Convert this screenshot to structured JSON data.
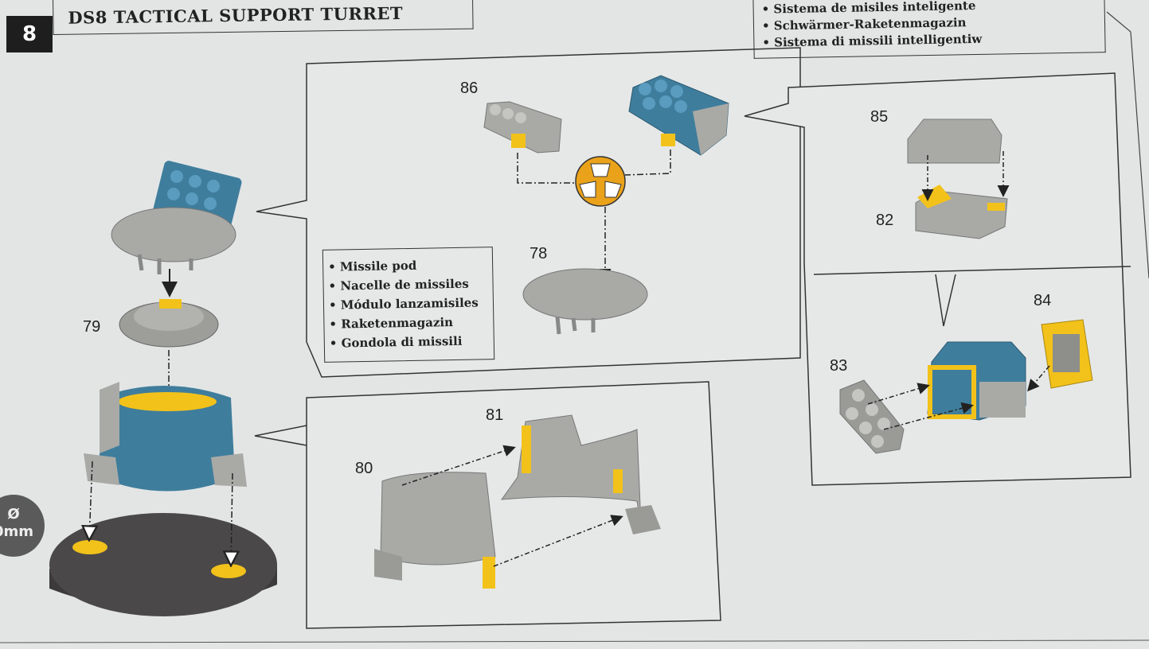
{
  "step": {
    "number": "8",
    "title": "DS8 TACTICAL SUPPORT TURRET"
  },
  "smart_missile_names": [
    "Sistema de misiles inteligente",
    "Schwärmer-Raketenmagazin",
    "Sistema di missili intelligentiw"
  ],
  "missile_pod_names": [
    "Missile pod",
    "Nacelle de missiles",
    "Módulo lanzamisiles",
    "Raketenmagazin",
    "Gondola di missili"
  ],
  "part_numbers": {
    "p78": "78",
    "p79": "79",
    "p80": "80",
    "p81": "81",
    "p82": "82",
    "p83": "83",
    "p84": "84",
    "p85": "85",
    "p86": "86"
  },
  "base_badge": {
    "symbol": "Ø",
    "size": "0mm"
  },
  "colors": {
    "background": "#e3e5e5",
    "part_grey": "#a9aaa6",
    "part_blue": "#3f7d9c",
    "glue_yellow": "#f2c21b",
    "base_dark": "#4a4848",
    "glue_icon": "#e9a21a"
  }
}
